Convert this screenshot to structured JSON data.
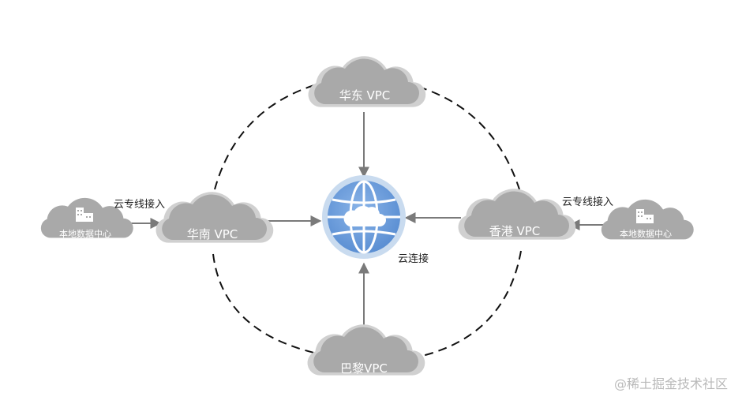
{
  "diagram": {
    "vpcs": {
      "east": "华东 VPC",
      "south": "华南 VPC",
      "hongkong": "香港 VPC",
      "paris": "巴黎VPC"
    },
    "datacenters": {
      "left": "本地数据中心",
      "right": "本地数据中心"
    },
    "links": {
      "direct_connect_left": "云专线接入",
      "direct_connect_right": "云专线接入",
      "cloud_connect": "云连接"
    },
    "watermark": "@稀土掘金技术社区"
  },
  "colors": {
    "cloud_fill": "#a9a9a9",
    "cloud_outline": "#d0d0d0",
    "arrow": "#7a7a7a",
    "globe_ring": "#b7cde6",
    "globe_fill": "#6f9fdb",
    "globe_lines": "#ffffff"
  }
}
